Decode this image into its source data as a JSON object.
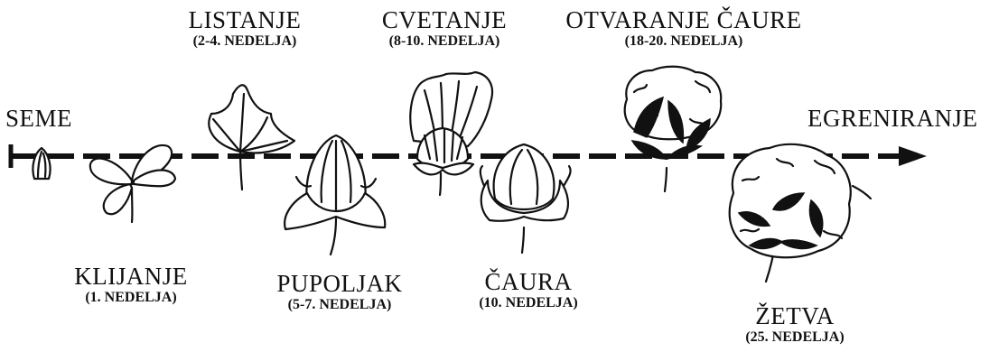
{
  "diagram": {
    "start": {
      "title": "SEME"
    },
    "end": {
      "title": "EGRENIRANJE"
    },
    "stages": [
      {
        "title": "KLIJANJE",
        "subtitle": "(1. NEDELJA)"
      },
      {
        "title": "LISTANJE",
        "subtitle": "(2-4. NEDELJA)"
      },
      {
        "title": "PUPOLJAK",
        "subtitle": "(5-7. NEDELJA)"
      },
      {
        "title": "CVETANJE",
        "subtitle": "(8-10. NEDELJA)"
      },
      {
        "title": "ČAURA",
        "subtitle": "(10. NEDELJA)"
      },
      {
        "title": "OTVARANJE ČAURE",
        "subtitle": "(18-20. NEDELJA)"
      },
      {
        "title": "ŽETVA",
        "subtitle": "(25. NEDELJA)"
      }
    ]
  }
}
